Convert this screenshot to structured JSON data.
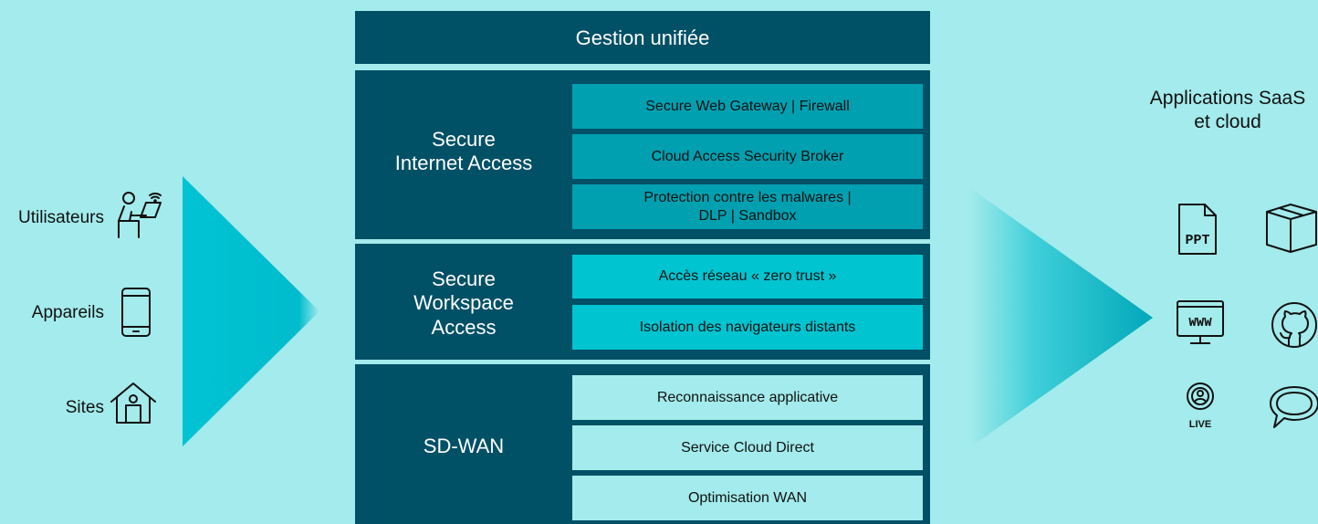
{
  "left": {
    "items": [
      {
        "label": "Utilisateurs",
        "icon": "user-at-laptop-icon"
      },
      {
        "label": "Appareils",
        "icon": "smartphone-icon"
      },
      {
        "label": "Sites",
        "icon": "house-icon"
      }
    ]
  },
  "center": {
    "header": "Gestion unifiée",
    "sia": {
      "title": "Secure\nInternet Access",
      "cells": [
        "Secure Web Gateway | Firewall",
        "Cloud Access Security Broker",
        "Protection contre les malwares |\nDLP | Sandbox"
      ]
    },
    "swa": {
      "title": "Secure\nWorkspace\nAccess",
      "cells": [
        "Accès réseau « zero trust »",
        "Isolation des navigateurs distants"
      ]
    },
    "sdwan": {
      "title": "SD-WAN",
      "cells": [
        "Reconnaissance applicative",
        "Service Cloud Direct",
        "Optimisation WAN"
      ]
    }
  },
  "right": {
    "title": "Applications SaaS\net cloud",
    "icons": [
      "ppt-file-icon",
      "cube-icon",
      "www-monitor-icon",
      "github-icon",
      "live-stream-icon",
      "chat-bubble-icon"
    ],
    "ppt_text": "PPT",
    "www_text": "WWW",
    "live_text": "LIVE"
  },
  "colors": {
    "background": "#a3ebec",
    "band": "#005066",
    "sia_cell": "#00a0b0",
    "swa_cell": "#00c4d0",
    "sdwan_cell": "#a3ebec",
    "arrow_left": "#00c8d6",
    "arrow_right": "#00b4c4"
  }
}
